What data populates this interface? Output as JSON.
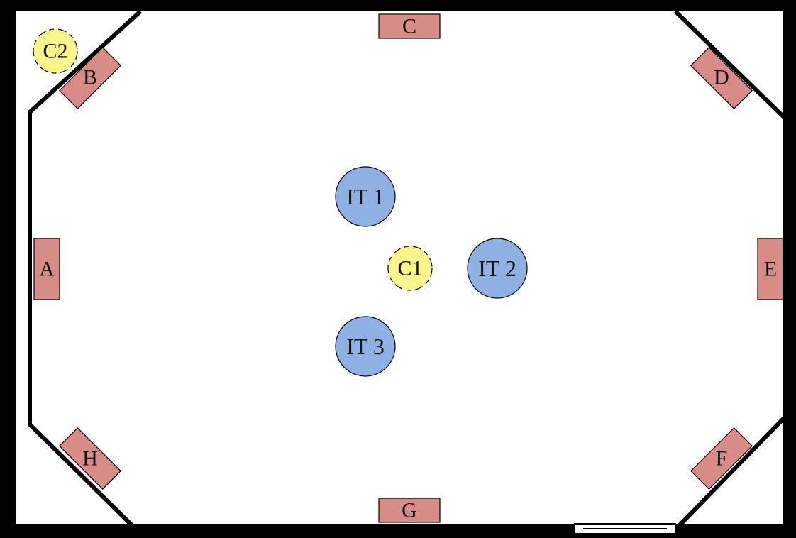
{
  "colors": {
    "wall": "#000000",
    "floor": "#ffffff",
    "station_fill": "#d88c88",
    "table_fill": "#8eb0e2",
    "camera_fill": "#faf68e"
  },
  "stations": {
    "A": "A",
    "B": "B",
    "C": "C",
    "D": "D",
    "E": "E",
    "F": "F",
    "G": "G",
    "H": "H"
  },
  "tables": {
    "it1": "IT 1",
    "it2": "IT 2",
    "it3": "IT 3"
  },
  "cameras": {
    "c1": "C1",
    "c2": "C2"
  }
}
